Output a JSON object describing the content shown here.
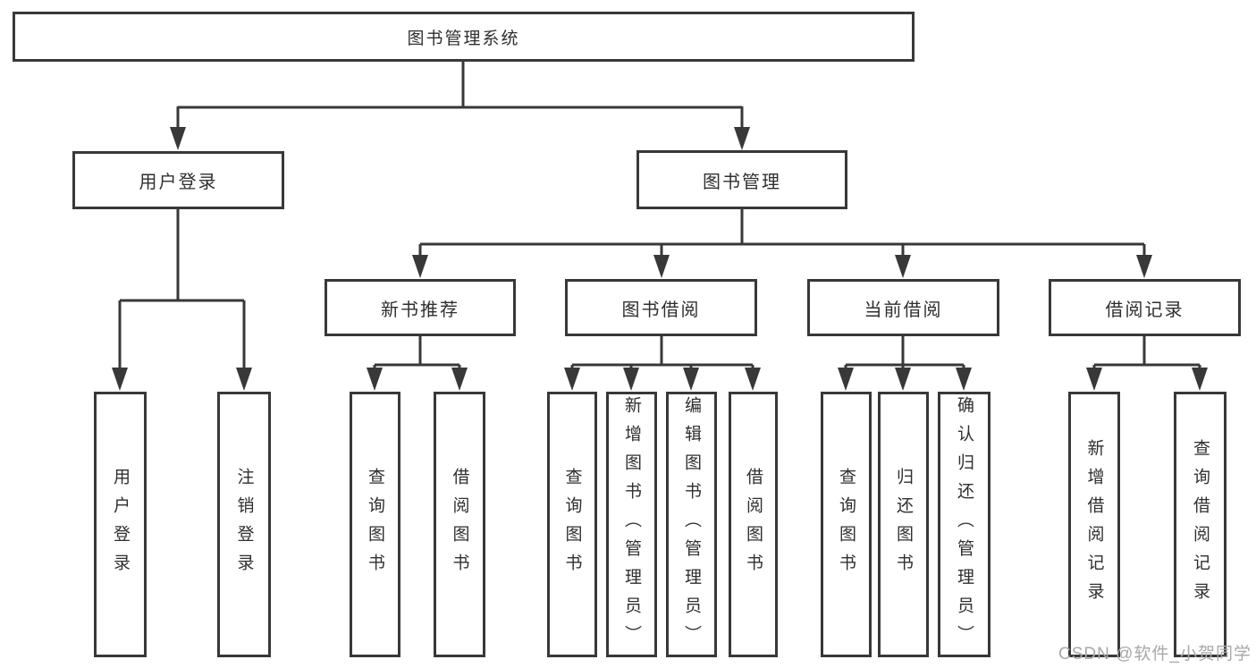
{
  "diagram": {
    "title": "图书管理系统",
    "level2": [
      "用户登录",
      "图书管理"
    ],
    "level3": [
      "新书推荐",
      "图书借阅",
      "当前借阅",
      "借阅记录"
    ],
    "leaves": {
      "user_login": [
        "用户登录",
        "注销登录"
      ],
      "new_books": [
        "查询图书",
        "借阅图书"
      ],
      "book_borrow": [
        "查询图书",
        "新增图书（管理员）",
        "编辑图书（管理员）",
        "借阅图书"
      ],
      "current_borrow": [
        "查询图书",
        "归还图书",
        "确认归还（管理员）"
      ],
      "borrow_records": [
        "新增借阅记录",
        "查询借阅记录"
      ]
    },
    "watermark": "CSDN @软件_小贺同学",
    "colors": {
      "line": "#383838",
      "text": "#2f2f2f",
      "watermark": "#a8a8a8",
      "background": "#ffffff"
    }
  }
}
